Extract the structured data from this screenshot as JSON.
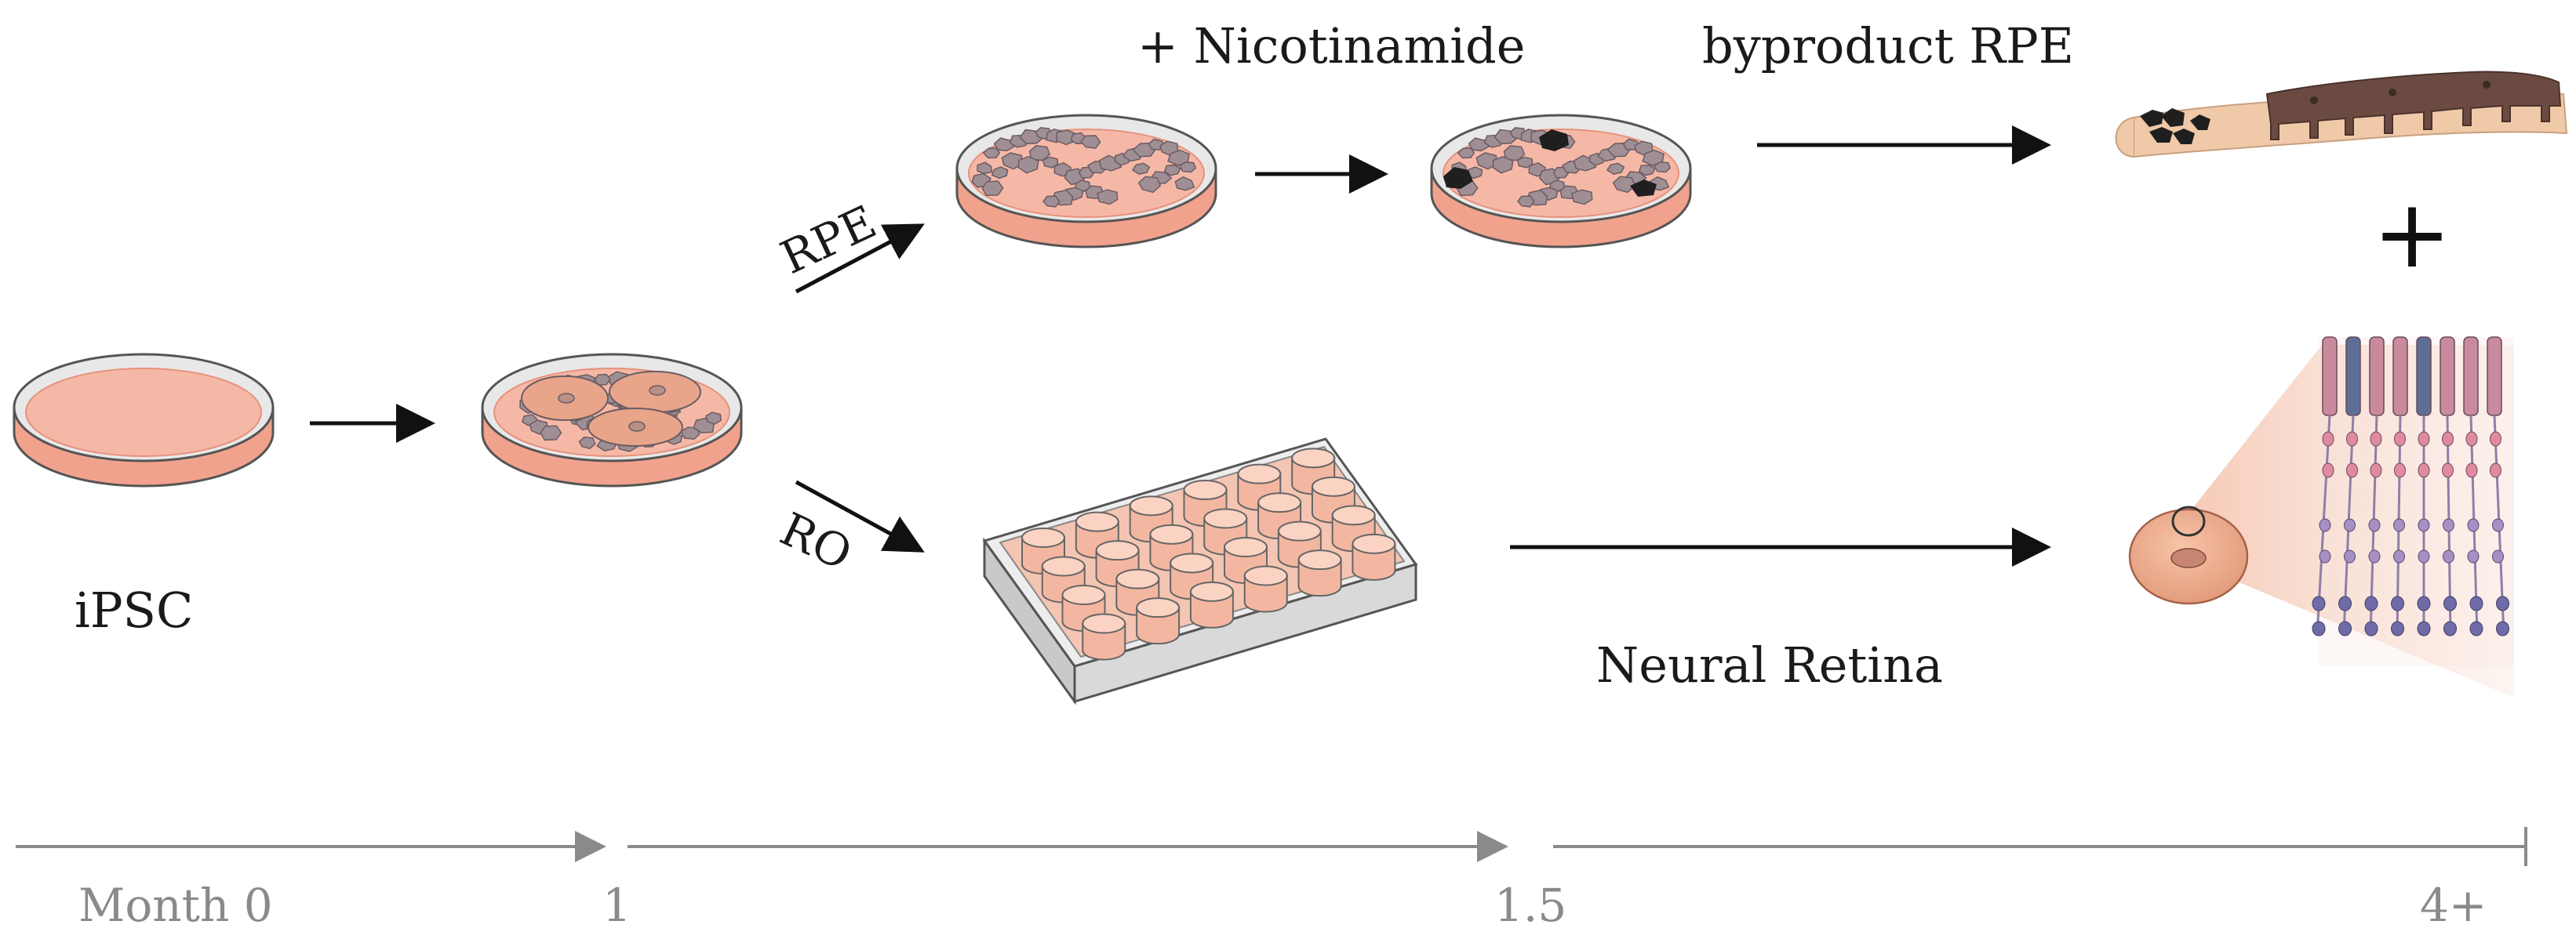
{
  "labels": {
    "ipsc": "iPSC",
    "rpe_branch": "RPE",
    "ro_branch": "RO",
    "nicotinamide": "+ Nicotinamide",
    "byproduct": "byproduct RPE",
    "neural_retina": "Neural Retina",
    "plus": "+"
  },
  "timeline": {
    "month0": "Month 0",
    "t1": "1",
    "t15": "1.5",
    "t4": "4+"
  },
  "colors": {
    "dish_rim": "#e7e7e7",
    "medium": "#f6b8a6",
    "medium_dark": "#ef9b86",
    "cell": "#9f8f95",
    "cell_edge": "#6b5c63",
    "colony": "#e8a58a",
    "pigment": "#1f1f1f",
    "rpe_layer": "#6b4a42",
    "timeline": "#8a8a8a"
  },
  "icons": [
    "arrow-right-icon",
    "petri-dish-icon",
    "well-plate-icon",
    "eye-icon",
    "retina-layers-icon",
    "rpe-layer-icon"
  ]
}
